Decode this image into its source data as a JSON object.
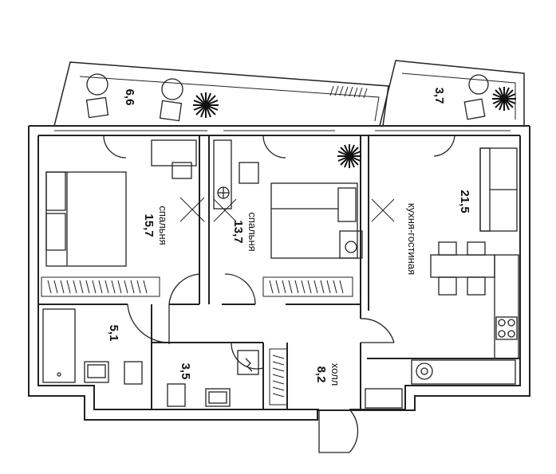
{
  "rooms": [
    {
      "id": "balcony-left",
      "area": "6,6",
      "name": ""
    },
    {
      "id": "balcony-right",
      "area": "3,7",
      "name": ""
    },
    {
      "id": "bedroom-1",
      "area": "15,7",
      "name": "спальня"
    },
    {
      "id": "bedroom-2",
      "area": "13,7",
      "name": "спальня"
    },
    {
      "id": "kitchen-living",
      "area": "21,5",
      "name": "кухня-гостиная"
    },
    {
      "id": "bathroom",
      "area": "5,1",
      "name": ""
    },
    {
      "id": "wc",
      "area": "3,5",
      "name": ""
    },
    {
      "id": "hall",
      "area": "8,2",
      "name": "холл"
    }
  ]
}
